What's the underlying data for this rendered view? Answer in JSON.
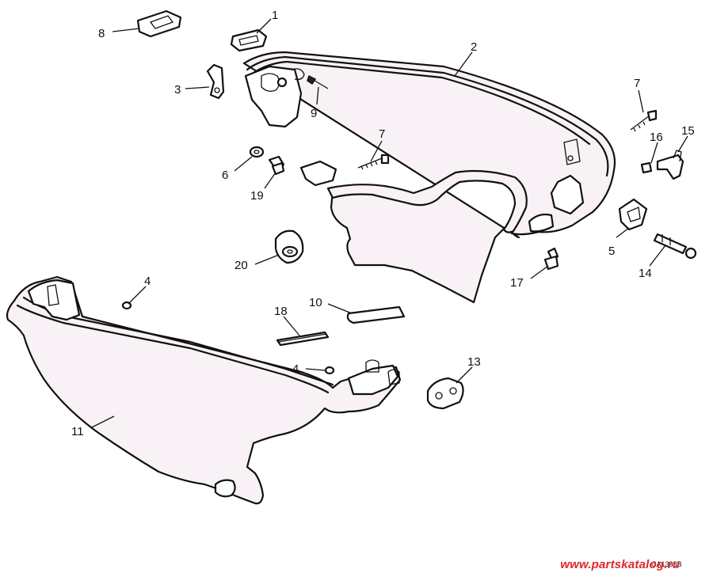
{
  "diagram": {
    "type": "exploded-parts-diagram",
    "figure_code": "CA1398B",
    "callouts": [
      {
        "id": "c1",
        "label": "1"
      },
      {
        "id": "c2",
        "label": "2"
      },
      {
        "id": "c3",
        "label": "3"
      },
      {
        "id": "c4a",
        "label": "4"
      },
      {
        "id": "c4b",
        "label": "4"
      },
      {
        "id": "c5",
        "label": "5"
      },
      {
        "id": "c6",
        "label": "6"
      },
      {
        "id": "c7a",
        "label": "7"
      },
      {
        "id": "c7b",
        "label": "7"
      },
      {
        "id": "c8",
        "label": "8"
      },
      {
        "id": "c9",
        "label": "9"
      },
      {
        "id": "c10",
        "label": "10"
      },
      {
        "id": "c11",
        "label": "11"
      },
      {
        "id": "c13",
        "label": "13"
      },
      {
        "id": "c14",
        "label": "14"
      },
      {
        "id": "c15",
        "label": "15"
      },
      {
        "id": "c16",
        "label": "16"
      },
      {
        "id": "c17",
        "label": "17"
      },
      {
        "id": "c18",
        "label": "18"
      },
      {
        "id": "c19",
        "label": "19"
      },
      {
        "id": "c20",
        "label": "20"
      }
    ]
  },
  "watermark": "www.partskatalog.ru",
  "colors": {
    "line": "#111111",
    "part_fill": "#f8f1f5",
    "watermark": "#e0262c"
  }
}
